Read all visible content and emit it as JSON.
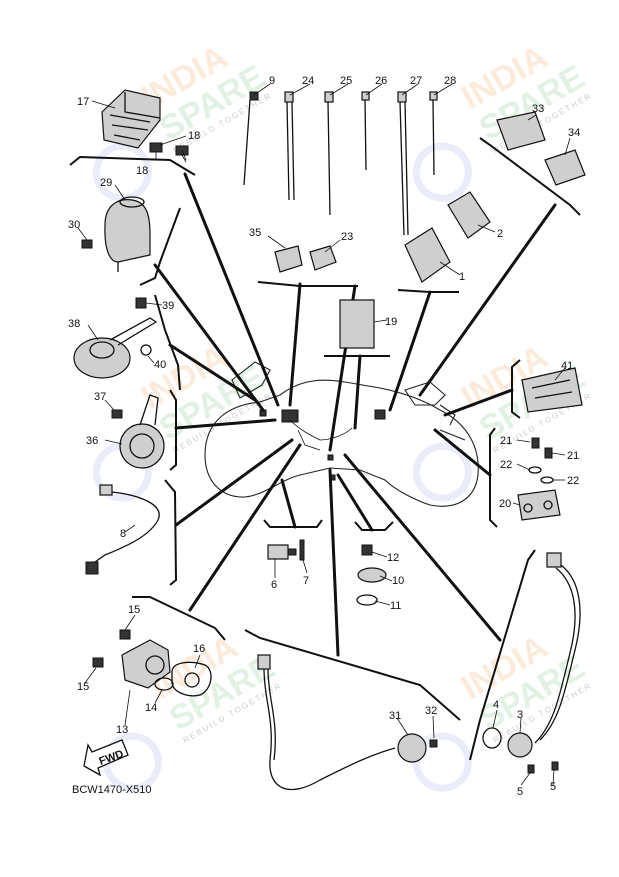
{
  "diagram": {
    "code": "BCW1470-X510",
    "arrow_label": "FWD",
    "callouts": [
      "1",
      "2",
      "3",
      "4",
      "5",
      "5",
      "6",
      "7",
      "8",
      "9",
      "10",
      "11",
      "12",
      "13",
      "14",
      "15",
      "15",
      "16",
      "17",
      "18",
      "18",
      "19",
      "20",
      "21",
      "21",
      "22",
      "22",
      "23",
      "24",
      "25",
      "26",
      "27",
      "28",
      "29",
      "30",
      "31",
      "32",
      "33",
      "34",
      "35",
      "36",
      "37",
      "38",
      "39",
      "40",
      "41"
    ]
  },
  "watermark": {
    "word1": "INDIA",
    "word2": "SPARE",
    "tagline": "REBUILD TOGETHER",
    "colors": {
      "orange": "#f2a65a",
      "green": "#7cc48a",
      "blue": "#8a9be0"
    }
  }
}
